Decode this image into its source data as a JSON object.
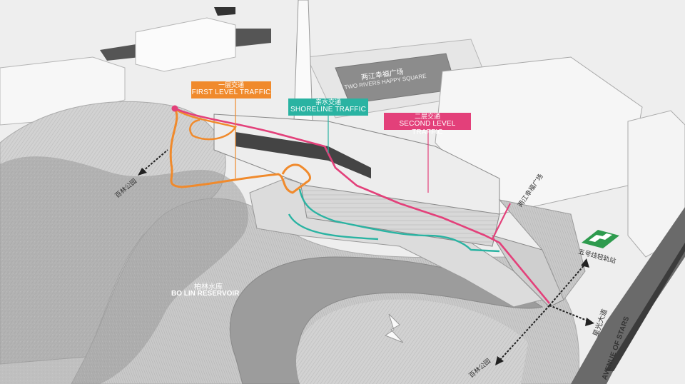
{
  "colors": {
    "first_level": "#f08a2c",
    "shoreline": "#2ab3a2",
    "second_level": "#e3407a",
    "accent_green": "#2e9b4e"
  },
  "callouts": {
    "first_level": {
      "cn": "一层交通",
      "en": "FIRST LEVEL TRAFFIC"
    },
    "shoreline": {
      "cn": "亲水交通",
      "en": "SHORELINE TRAFFIC"
    },
    "second_level": {
      "cn": "二层交通",
      "en": "SECOND LEVEL TRAFFIC"
    }
  },
  "labels": {
    "square_cn": "两江幸福广场",
    "square_en": "TWO RIVERS HAPPY SQUARE",
    "square_side_cn": "两江幸福广场",
    "reservoir_cn": "柏林水库",
    "reservoir_en": "BO LIN RESERVOIR",
    "park_left": "百林公园",
    "park_bottom": "百林公园",
    "metro_station": "五号线轻轨站",
    "avenue_cn": "星光大道",
    "avenue_en": "AVENUE OF STARS"
  },
  "icons": {
    "metro": "metro-logo-icon",
    "arrow": "direction-arrow-icon"
  }
}
